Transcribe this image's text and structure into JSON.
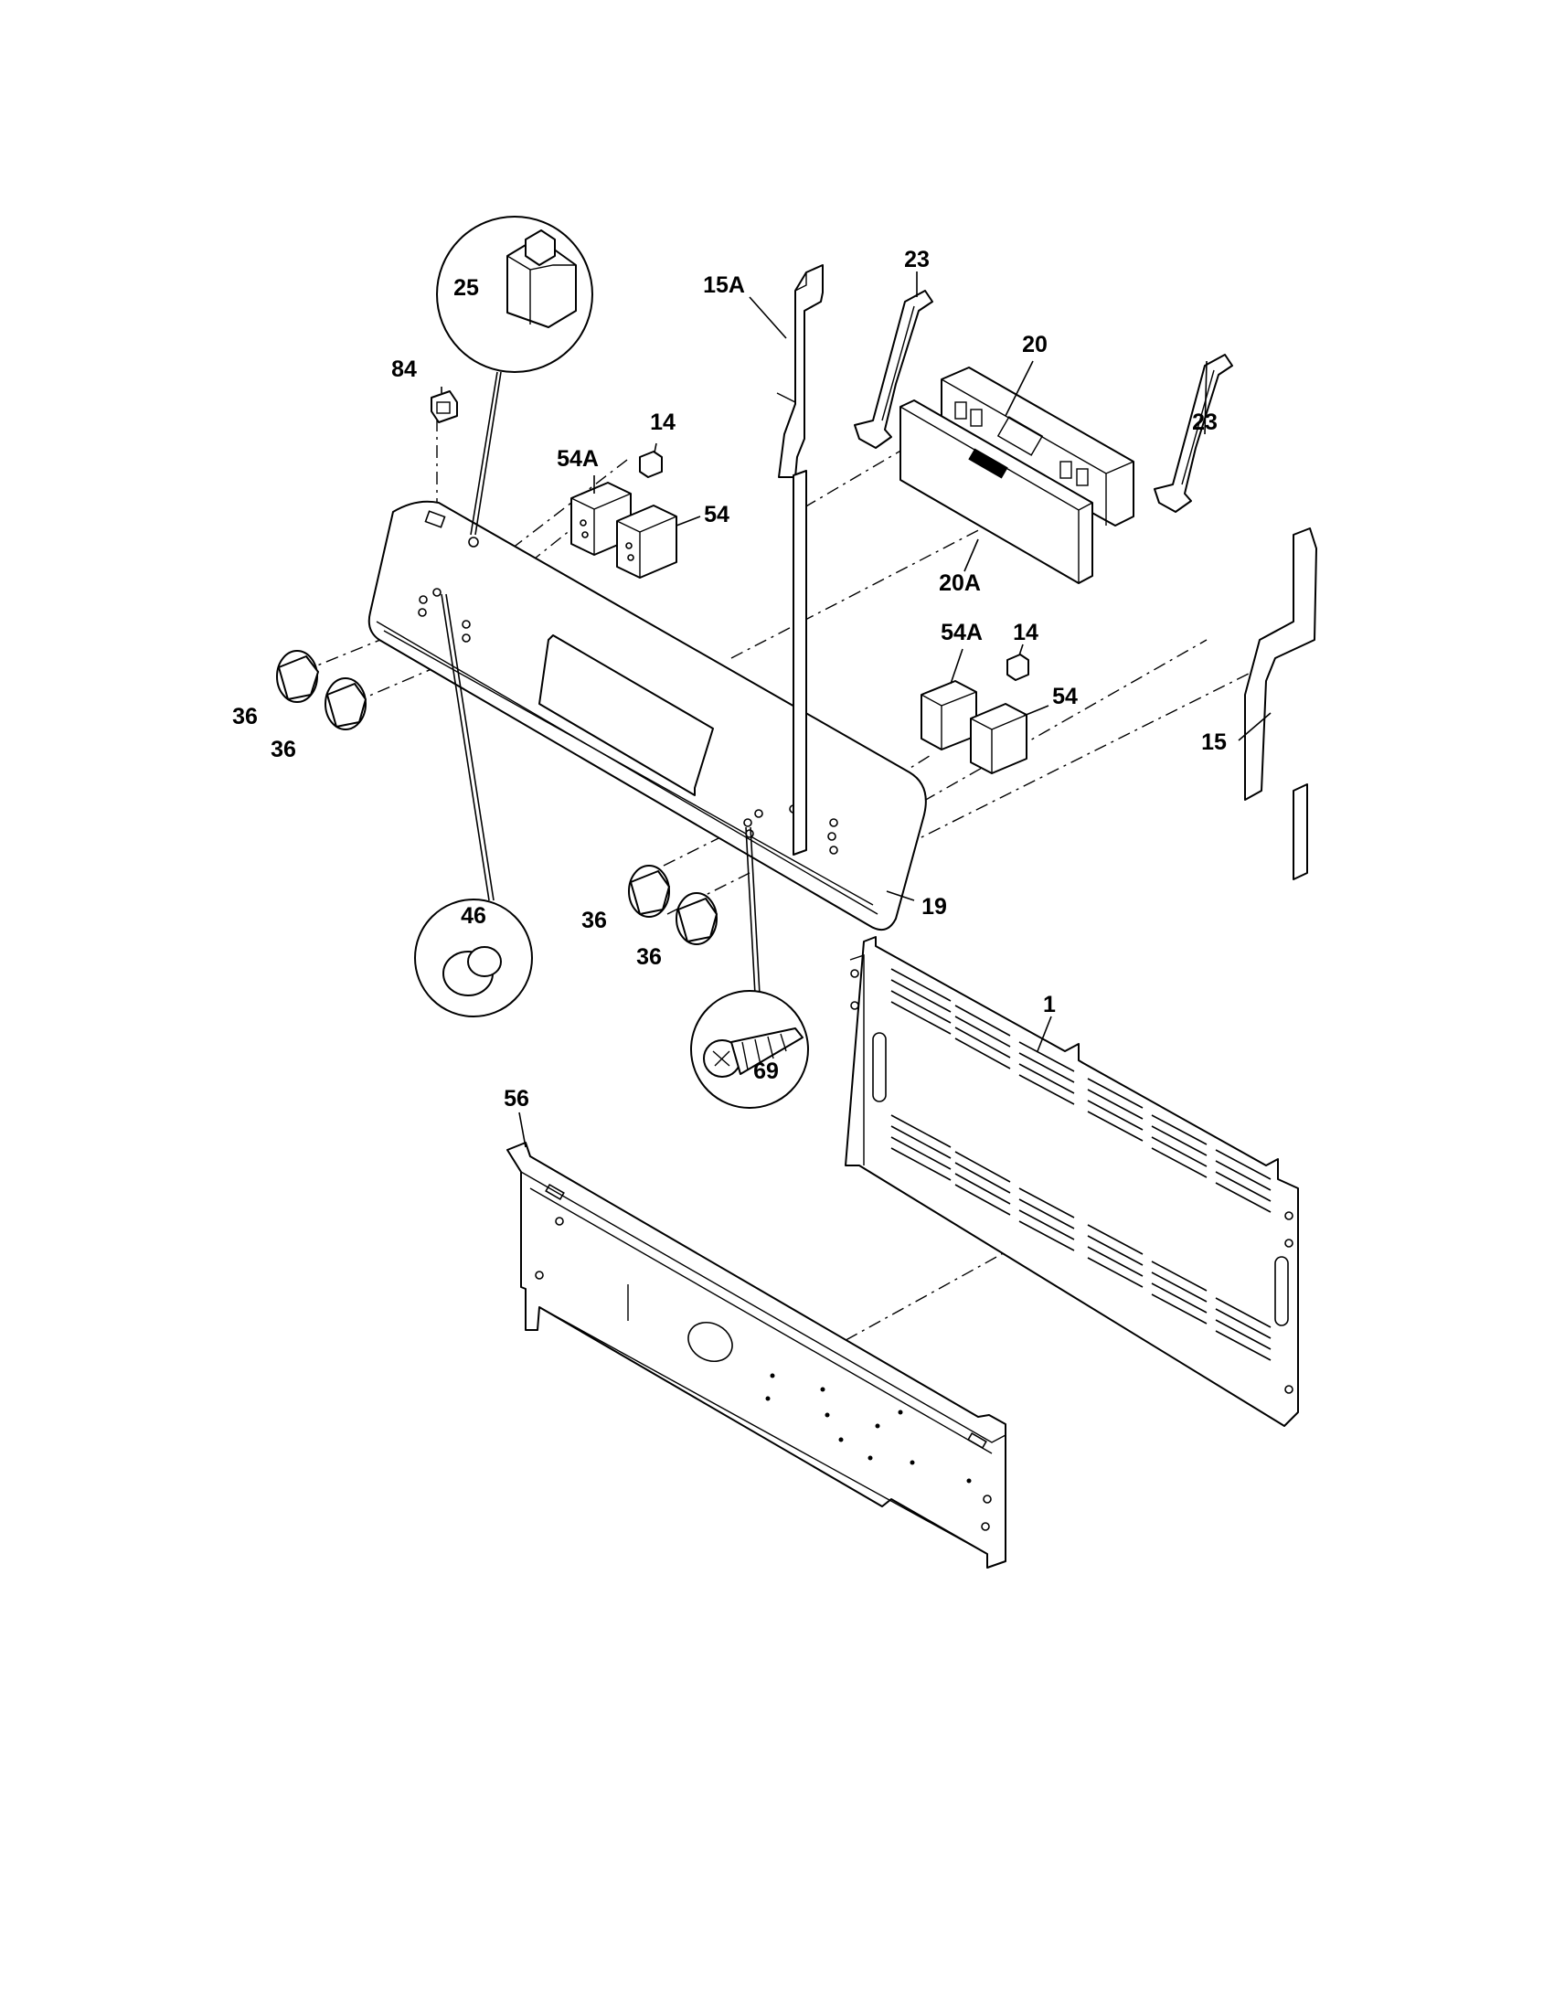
{
  "diagram": {
    "labels": {
      "p25": "25",
      "p84": "84",
      "p54a_left": "54A",
      "p14_left": "14",
      "p54_left": "54",
      "p15a": "15A",
      "p23_top": "23",
      "p20": "20",
      "p23_right": "23",
      "p20a": "20A",
      "p54a_right": "54A",
      "p14_right": "14",
      "p54_right": "54",
      "p15": "15",
      "p36_a": "36",
      "p36_b": "36",
      "p36_c": "36",
      "p36_d": "36",
      "p19": "19",
      "p46": "46",
      "p69": "69",
      "p1": "1",
      "p56": "56"
    }
  }
}
